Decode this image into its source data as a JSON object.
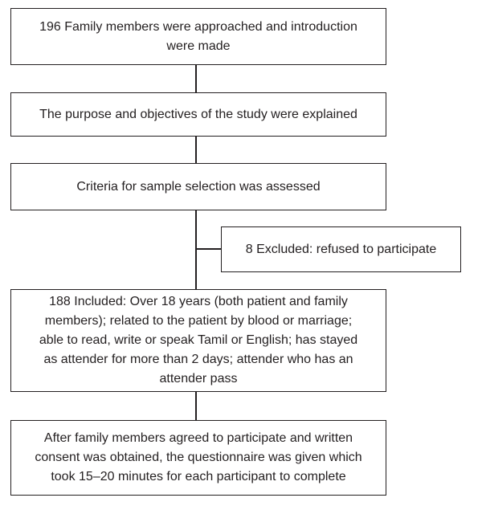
{
  "diagram": {
    "type": "flowchart",
    "colors": {
      "line": "#231f20",
      "text": "#231f20",
      "box_background": "#ffffff",
      "page_background": "#ffffff"
    },
    "boxes": {
      "approached": "196 Family members were approached and introduction were made",
      "purpose": "The purpose and objectives of the study were explained",
      "criteria": "Criteria for sample selection was assessed",
      "excluded": "8 Excluded: refused to participate",
      "included": "188 Included: Over 18 years (both patient and family members); related to the patient by blood or marriage; able to read, write or speak Tamil or English; has stayed as attender for more than 2 days; attender who has an attender pass",
      "consent": "After family members agreed to participate and written consent was obtained, the questionnaire was given which took 15–20 minutes for each participant to complete"
    }
  }
}
